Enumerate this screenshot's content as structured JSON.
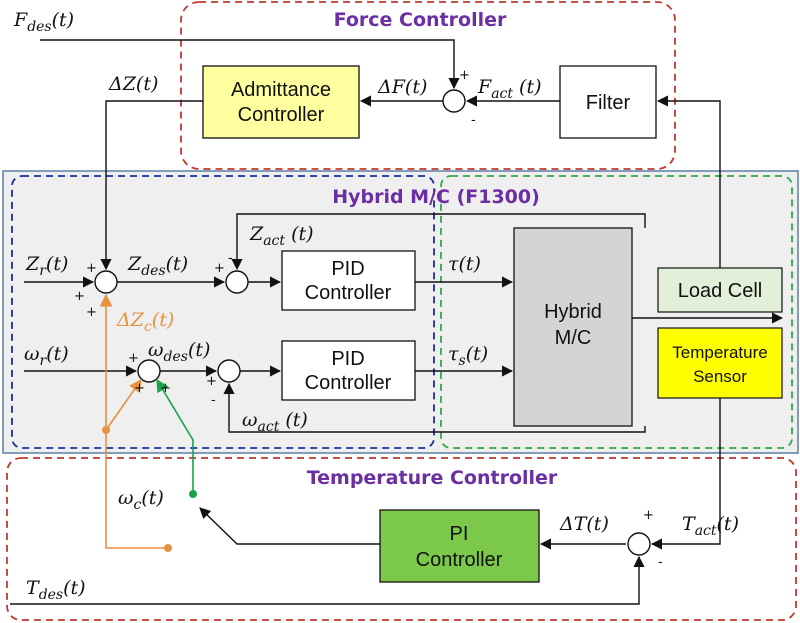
{
  "colors": {
    "force_frame": "#c0392b",
    "hybrid_frame": "#5b7fa6",
    "hybrid_bg": "#efefef",
    "inner_blue": "#1a2da0",
    "inner_green": "#2eaa46",
    "title": "#6b2fa3",
    "admittance_fill": "#ffffa0",
    "temp_sensor_fill": "#ffff00",
    "load_cell_fill": "#e2f0d9",
    "pi_fill": "#7cc84a",
    "hybrid_mc_fill": "#d4d4d4",
    "orange_signal": "#e8913f",
    "green_signal": "#1aa34a"
  },
  "regions": {
    "force_title": "Force Controller",
    "hybrid_title": "Hybrid M/C (F1300)",
    "temp_title": "Temperature Controller"
  },
  "blocks": {
    "admittance": [
      "Admittance",
      "Controller"
    ],
    "filter": "Filter",
    "pid_top": [
      "PID",
      "Controller"
    ],
    "pid_bottom": [
      "PID",
      "Controller"
    ],
    "hybrid_mc": [
      "Hybrid",
      "M/C"
    ],
    "load_cell": "Load Cell",
    "temp_sensor": [
      "Temperature",
      "Sensor"
    ],
    "pi": [
      "PI",
      "Controller"
    ]
  },
  "signals": {
    "f_des": "F_des(t)",
    "delta_z": "ΔZ(t)",
    "delta_f": "ΔF(t)",
    "f_act": "F_act (t)",
    "z_r": "Z_r(t)",
    "z_des": "Z_des(t)",
    "z_act": "Z_act (t)",
    "tau": "τ(t)",
    "delta_zc": "ΔZ_c(t)",
    "omega_r": "ω_r(t)",
    "omega_des": "ω_des(t)",
    "tau_s": "τ_s(t)",
    "omega_act": "ω_act (t)",
    "omega_c": "ω_c(t)",
    "delta_t": "ΔT(t)",
    "t_act": "T_act(t)",
    "t_des": "T_des(t)"
  },
  "signs": {
    "force_sum": [
      "+",
      "-"
    ],
    "z_sum": [
      "+",
      "+",
      "+"
    ],
    "z_pid_sum": [
      "+",
      "-"
    ],
    "omega_sum": [
      "+",
      "+",
      "+"
    ],
    "omega_pid_sum": [
      "+",
      "-"
    ],
    "temp_sum": [
      "+",
      "-"
    ]
  }
}
